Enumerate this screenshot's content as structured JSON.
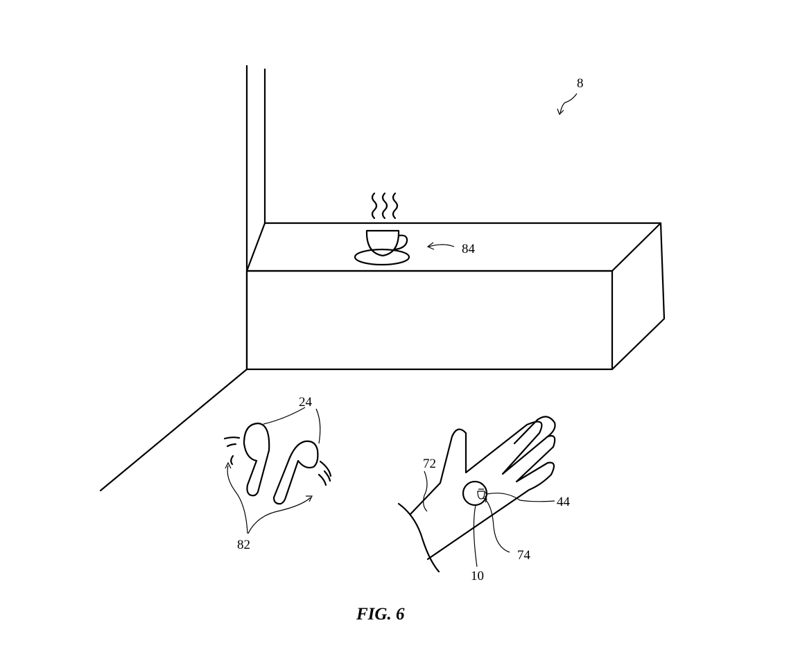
{
  "figure": {
    "caption": "FIG. 6",
    "labels": {
      "system": "8",
      "cup": "84",
      "earbuds": "24",
      "earbud_signals": "82",
      "hand": "72",
      "icon": "44",
      "indicator": "74",
      "device": "10"
    }
  }
}
